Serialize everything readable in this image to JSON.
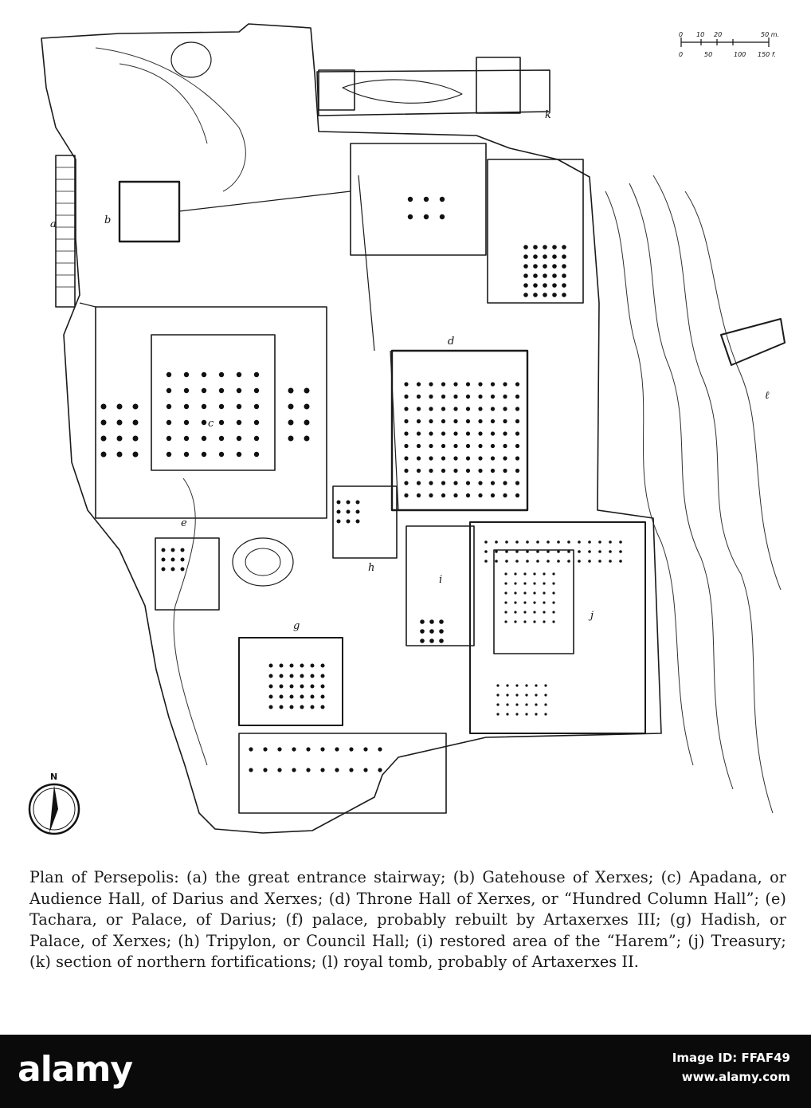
{
  "map": {
    "labels": {
      "a": "a",
      "b": "b",
      "c": "c",
      "d": "d",
      "e": "e",
      "g": "g",
      "h": "h",
      "i": "i",
      "j": "j",
      "k": "k",
      "l": "ℓ"
    },
    "north": "N",
    "scale": {
      "meters": [
        "0",
        "10",
        "20",
        "50 m."
      ],
      "feet": [
        "0",
        "50",
        "100",
        "150 f."
      ]
    }
  },
  "caption": "Plan of Persepolis: (a) the great entrance stairway; (b) Gatehouse of Xerxes; (c) Apadana, or Audience Hall, of Darius and Xerxes; (d) Throne Hall of Xerxes, or “Hundred Column Hall”; (e) Tachara, or Palace, of Darius; (f) palace, probably rebuilt by Artaxerxes III; (g) Hadish, or Palace, of Xerxes; (h) Tripylon, or Council Hall; (i) restored area of the “Harem”; (j) Treasury; (k) section of northern fortifications; (l) royal tomb, probably of Artaxerxes II.",
  "footer": {
    "logo": "alamy",
    "image_id": "Image ID: FFAF49",
    "url": "www.alamy.com"
  }
}
